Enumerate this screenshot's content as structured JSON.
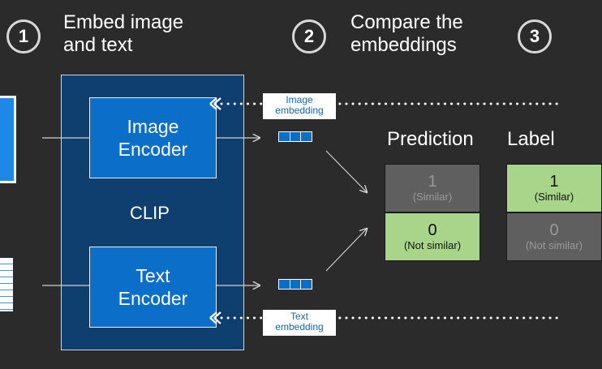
{
  "steps": [
    {
      "number": "1",
      "text": "Embed image\nand text"
    },
    {
      "number": "2",
      "text": "Compare the\nembeddings"
    },
    {
      "number": "3",
      "text": ""
    }
  ],
  "model": {
    "name": "CLIP",
    "image_encoder": "Image\nEncoder",
    "text_encoder": "Text\nEncoder"
  },
  "embeddings": {
    "image_label": "Image\nembedding",
    "text_label": "Text\nembedding"
  },
  "prediction": {
    "title": "Prediction",
    "top": {
      "value": "1",
      "caption": "(Similar)"
    },
    "bottom": {
      "value": "0",
      "caption": "(Not similar)"
    }
  },
  "label": {
    "title": "Label",
    "top": {
      "value": "1",
      "caption": "(Similar)"
    },
    "bottom": {
      "value": "0",
      "caption": "(Not similar)"
    }
  },
  "colors": {
    "background": "#2b2b2b",
    "encoder": "#0b6ec8",
    "clip_panel": "#0f3f6e",
    "active_cell": "#a8d58a",
    "inactive_cell": "#5f5f5f"
  }
}
